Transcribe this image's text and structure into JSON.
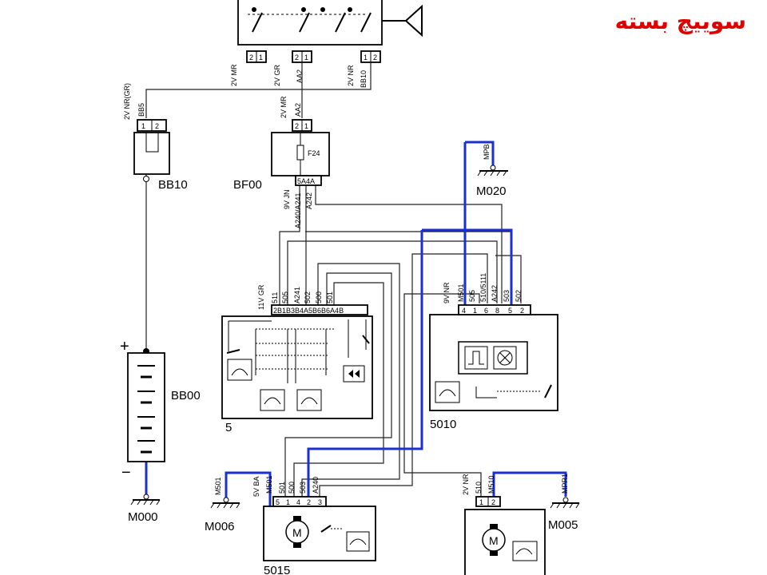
{
  "title": "سوییچ بسته",
  "colors": {
    "highlight_wire": "#1a2fd6",
    "title": "#e00000",
    "wire": "#222222"
  },
  "components": {
    "bb10": "BB10",
    "bf00": "BF00",
    "bb00": "BB00",
    "m000": "M000",
    "m006": "M006",
    "m005": "M005",
    "m020": "M020",
    "c5": "5",
    "c5010": "5010",
    "c5015": "5015"
  },
  "battery": {
    "plus": "+",
    "minus": "−"
  },
  "fuse": {
    "name": "F24",
    "pins": "5A4A"
  },
  "connectors": {
    "top_left": "2V MR",
    "top_mid": "2V GR",
    "top_mid_wire": "AA2",
    "top_right": "2V NR",
    "top_right_wire": "BB10",
    "bb10_conn": "2V NR(GR)",
    "bb10_wire": "BB5",
    "bf00_conn": "2V MR",
    "bf00_wire": "AA2",
    "bf00_out": "9V JN",
    "bf00_out_w1": "A240/A241",
    "bf00_out_w2": "A242",
    "m020_wire": "MPB",
    "c5_conn": "11V GR",
    "c5_wires": [
      "511",
      "505",
      "A241",
      "502",
      "500",
      "501"
    ],
    "c5_pins": "2B1B3B4A5B6B6A4B",
    "c5010_conn": "9V NR",
    "c5010_wires": [
      "M501",
      "505",
      "510/5111",
      "A242",
      "503",
      "502"
    ],
    "c5010_pins": [
      "4",
      "1",
      "6",
      "8",
      "5",
      "2"
    ],
    "c5015_conn": "5V BA",
    "c5015_wires": [
      "M501",
      "501",
      "500",
      "503",
      "A240"
    ],
    "c5015_pins": [
      "5",
      "1",
      "4",
      "2",
      "3"
    ],
    "m006_wire": "M501",
    "m005_conn": "2V NR",
    "m005_wires": [
      "510",
      "M510"
    ],
    "m005_gnd_wire": "MPR1"
  },
  "pin_labels": {
    "p1": "1",
    "p2": "2"
  },
  "motor_symbol": "M"
}
